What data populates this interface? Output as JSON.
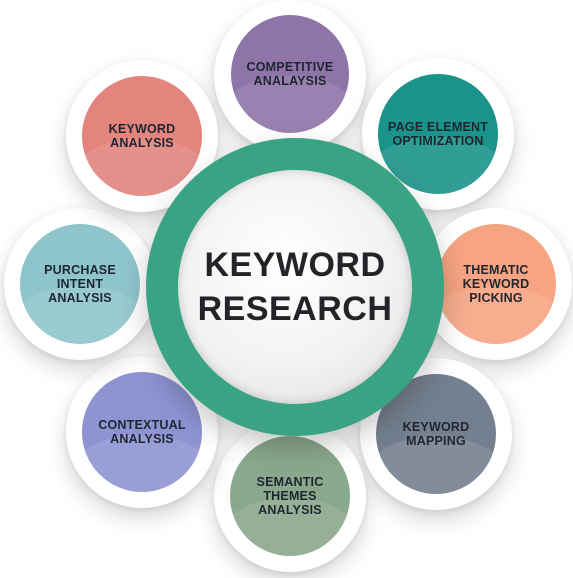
{
  "center": {
    "line1": "KEYWORD",
    "line2": "RESEARCH",
    "ring_color": "#3aa383"
  },
  "satellites": [
    {
      "id": "competitive-analysis",
      "lines": [
        "COMPETITIVE",
        "ANALAYSIS"
      ],
      "color": "#8e74a9"
    },
    {
      "id": "page-element-optimization",
      "lines": [
        "PAGE ELEMENT",
        "OPTIMIZATION"
      ],
      "color": "#1a948a"
    },
    {
      "id": "thematic-keyword-picking",
      "lines": [
        "THEMATIC",
        "KEYWORD",
        "PICKING"
      ],
      "color": "#f6a482"
    },
    {
      "id": "keyword-mapping",
      "lines": [
        "KEYWORD",
        "MAPPING"
      ],
      "color": "#747f8f"
    },
    {
      "id": "semantic-themes-analysis",
      "lines": [
        "SEMANTIC",
        "THEMES",
        "ANALYSIS"
      ],
      "color": "#8aa88c"
    },
    {
      "id": "contextual-analysis",
      "lines": [
        "CONTEXTUAL",
        "ANALYSIS"
      ],
      "color": "#8e93d2"
    },
    {
      "id": "purchase-intent-analysis",
      "lines": [
        "PURCHASE",
        "INTENT",
        "ANALYSIS"
      ],
      "color": "#8ec5cb"
    },
    {
      "id": "keyword-analysis",
      "lines": [
        "KEYWORD",
        "ANALYSIS"
      ],
      "color": "#e3847d"
    }
  ]
}
